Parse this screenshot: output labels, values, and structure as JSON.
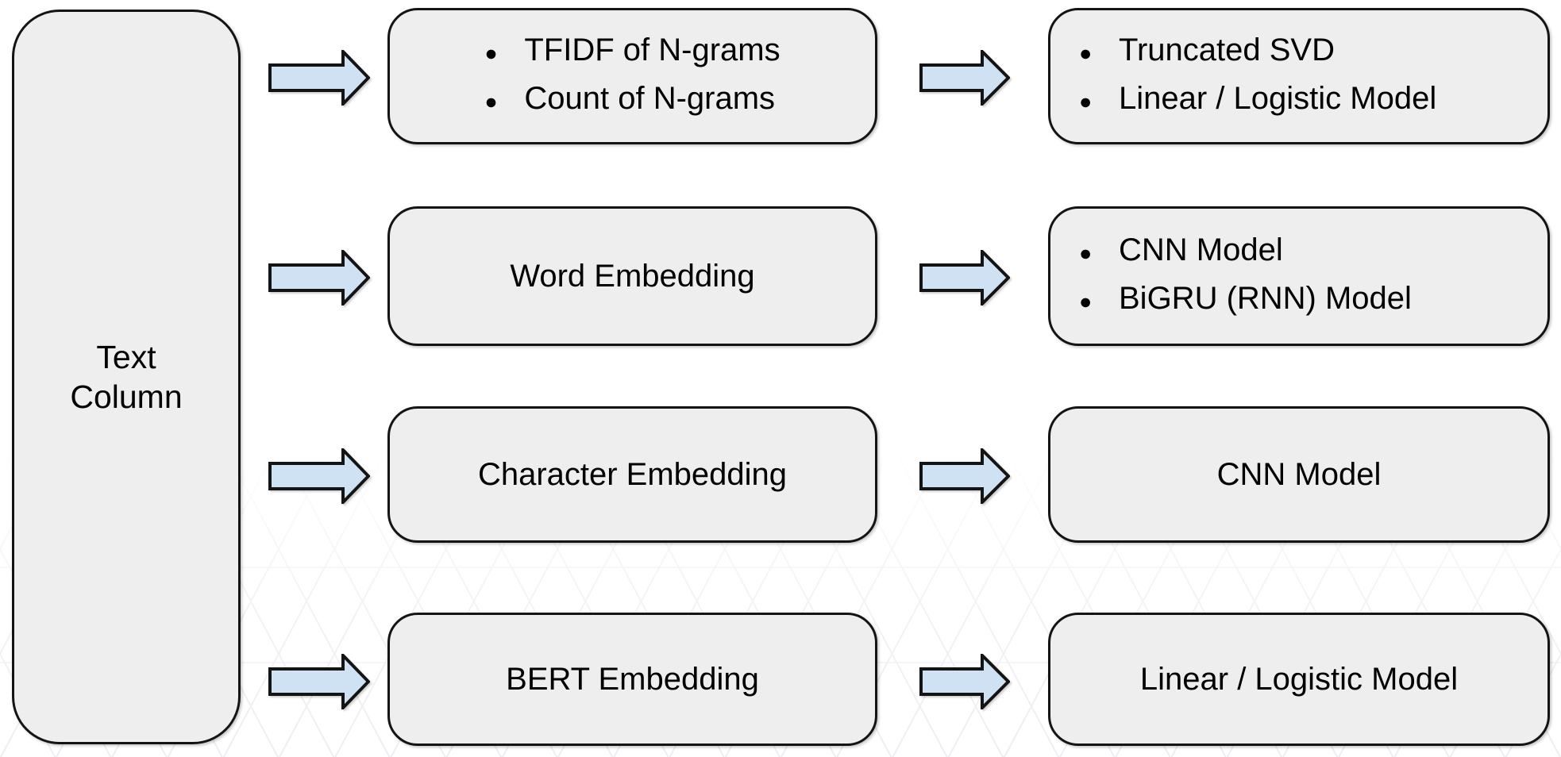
{
  "diagram": {
    "title_hint": "text-feature-to-model pipeline diagram",
    "bullet_glyph": "●",
    "source_node": {
      "label": "Text Column",
      "lines": [
        "Text",
        "Column"
      ]
    },
    "rows": [
      {
        "features": {
          "style": "bullet-list",
          "items": [
            "TFIDF of N-grams",
            "Count of N-grams"
          ]
        },
        "models": {
          "style": "bullet-list",
          "items": [
            "Truncated SVD",
            "Linear / Logistic Model"
          ]
        }
      },
      {
        "features": {
          "style": "centered",
          "items": [
            "Word Embedding"
          ]
        },
        "models": {
          "style": "bullet-list",
          "items": [
            "CNN Model",
            "BiGRU (RNN) Model"
          ]
        }
      },
      {
        "features": {
          "style": "centered",
          "items": [
            "Character Embedding"
          ]
        },
        "models": {
          "style": "centered",
          "items": [
            "CNN Model"
          ]
        }
      },
      {
        "features": {
          "style": "centered",
          "items": [
            "BERT Embedding"
          ]
        },
        "models": {
          "style": "centered",
          "items": [
            "Linear / Logistic Model"
          ]
        }
      }
    ],
    "icons": {
      "arrow": "right-block-arrow",
      "bullet": "filled-circle"
    },
    "colors": {
      "node_fill": "#eeeeee",
      "node_border": "#141414",
      "arrow_fill": "#cfe2f3",
      "arrow_border": "#141414",
      "text": "#000000",
      "background": "#ffffff",
      "mesh_line": "#ebebf1"
    }
  }
}
